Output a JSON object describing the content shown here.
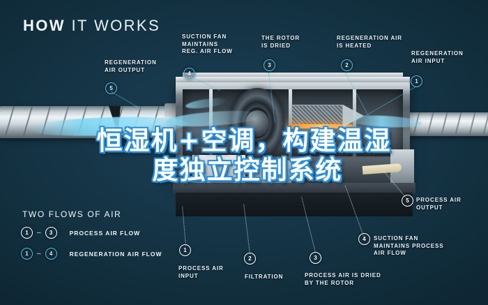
{
  "headline": {
    "bold": "HOW",
    "light": "IT WORKS"
  },
  "overlay": {
    "line1": "恒湿机+空调，构建温湿",
    "line2": "度独立控制系统"
  },
  "legend": {
    "title": "TWO FLOWS OF AIR",
    "rows": [
      {
        "from": "1",
        "dash": "–",
        "to": "3",
        "label": "PROCESS AIR FLOW",
        "style": "white"
      },
      {
        "from": "1",
        "dash": "–",
        "to": "4",
        "label": "REGENERATION AIR FLOW",
        "style": "cyan"
      }
    ]
  },
  "callouts": [
    {
      "marker": "5",
      "style": "cyan",
      "label": "REGENERATION\nAIR OUTPUT",
      "label_line1": "REGENERATION",
      "label_line2": "AIR OUTPUT"
    },
    {
      "marker": "4",
      "style": "cyan",
      "label_line1": "SUCTION FAN",
      "label_line2": "MAINTAINS",
      "label_line3": "REG. AIR FLOW"
    },
    {
      "marker": "3",
      "style": "cyan",
      "label_line1": "THE ROTOR",
      "label_line2": "IS DRIED"
    },
    {
      "marker": "2",
      "style": "cyan",
      "label_line1": "REGENERATION AIR",
      "label_line2": "IS HEATED"
    },
    {
      "marker": "1",
      "style": "cyan",
      "label_line1": "REGENERATION",
      "label_line2": "AIR INPUT"
    },
    {
      "marker": "1",
      "style": "white",
      "label_line1": "PROCESS AIR",
      "label_line2": "INPUT"
    },
    {
      "marker": "2",
      "style": "white",
      "label_line1": "FILTRATION"
    },
    {
      "marker": "3",
      "style": "white",
      "label_line1": "PROCESS AIR IS DRIED",
      "label_line2": "BY THE ROTOR"
    },
    {
      "marker": "4",
      "style": "white",
      "label_line1": "SUCTION FAN",
      "label_line2": "MAINTAINS PROCESS",
      "label_line3": "AIR FLOW"
    },
    {
      "marker": "5",
      "style": "white",
      "label_line1": "PROCESS AIR",
      "label_line2": "OUTPUT"
    }
  ],
  "colors": {
    "background": "#13303e",
    "accent_cyan": "#5fc0e3",
    "text": "#eaf2f7",
    "overlay_outline": "#2f8fd6",
    "heater_glow": "#ff9a2e"
  }
}
